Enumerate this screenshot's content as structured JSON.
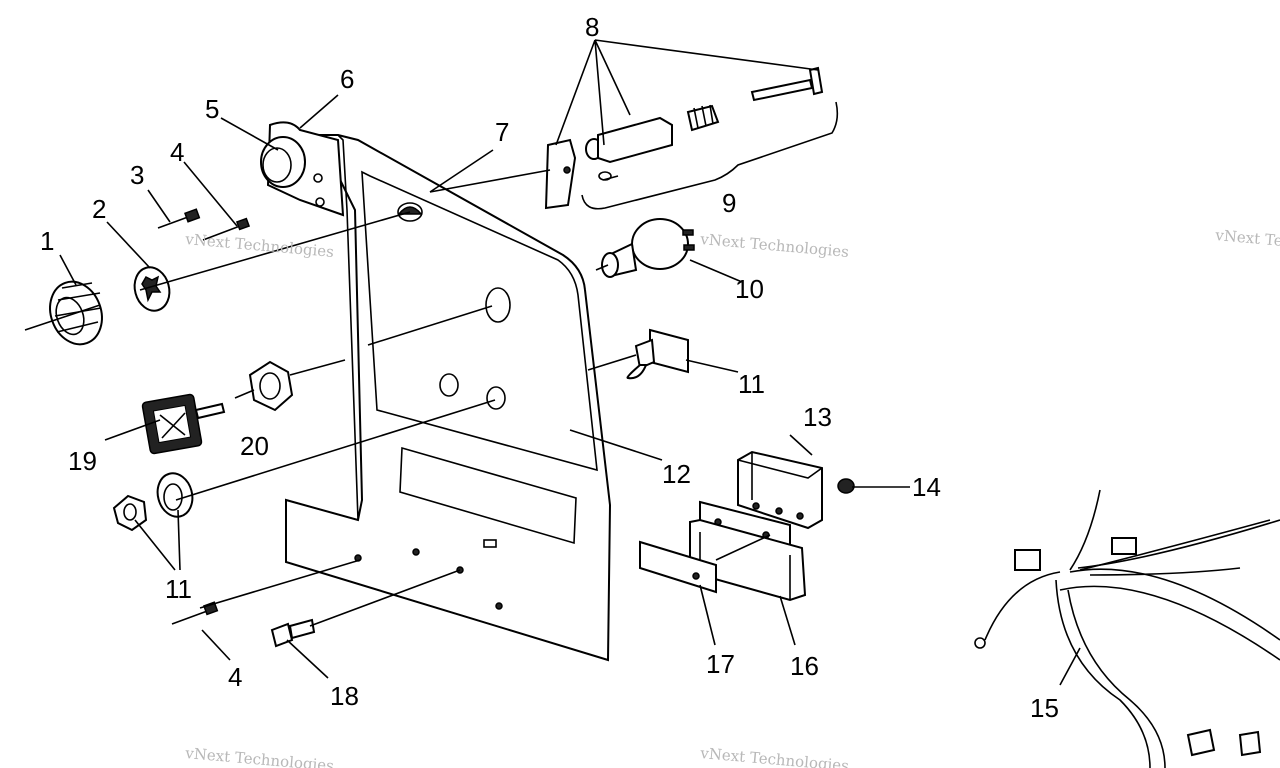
{
  "callouts": {
    "c1": "1",
    "c2": "2",
    "c3": "3",
    "c4a": "4",
    "c4b": "4",
    "c5": "5",
    "c6": "6",
    "c7": "7",
    "c8": "8",
    "c9": "9",
    "c10": "10",
    "c11a": "11",
    "c11b": "11",
    "c12": "12",
    "c13": "13",
    "c14": "14",
    "c15": "15",
    "c16": "16",
    "c17": "17",
    "c18": "18",
    "c19": "19",
    "c20": "20"
  },
  "watermark": {
    "line1": "vNext Technologies",
    "line2": "vNext Technologies"
  },
  "colors": {
    "ink": "#000000",
    "watermark": "#b8b8b8",
    "background": "#ffffff"
  }
}
